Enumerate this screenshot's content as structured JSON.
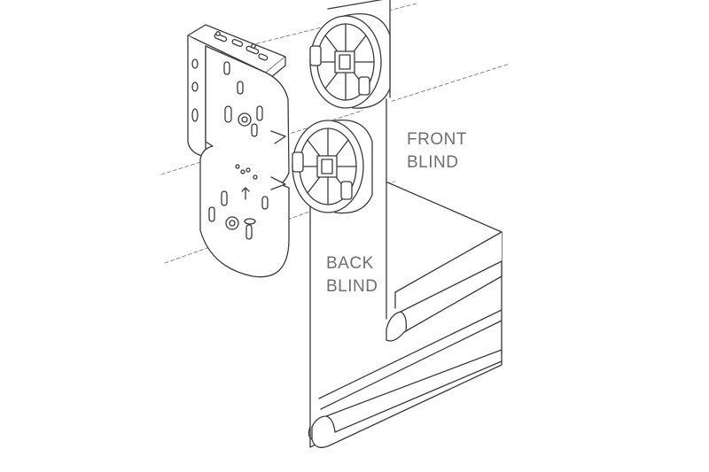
{
  "labels": {
    "front_blind": [
      "FRONT",
      "BLIND"
    ],
    "back_blind": [
      "BACK",
      "BLIND"
    ]
  },
  "colors": {
    "line": "#3a3a3a",
    "guide": "#7a7a7a",
    "text": "#6f6f6f",
    "fill": "#ffffff"
  }
}
